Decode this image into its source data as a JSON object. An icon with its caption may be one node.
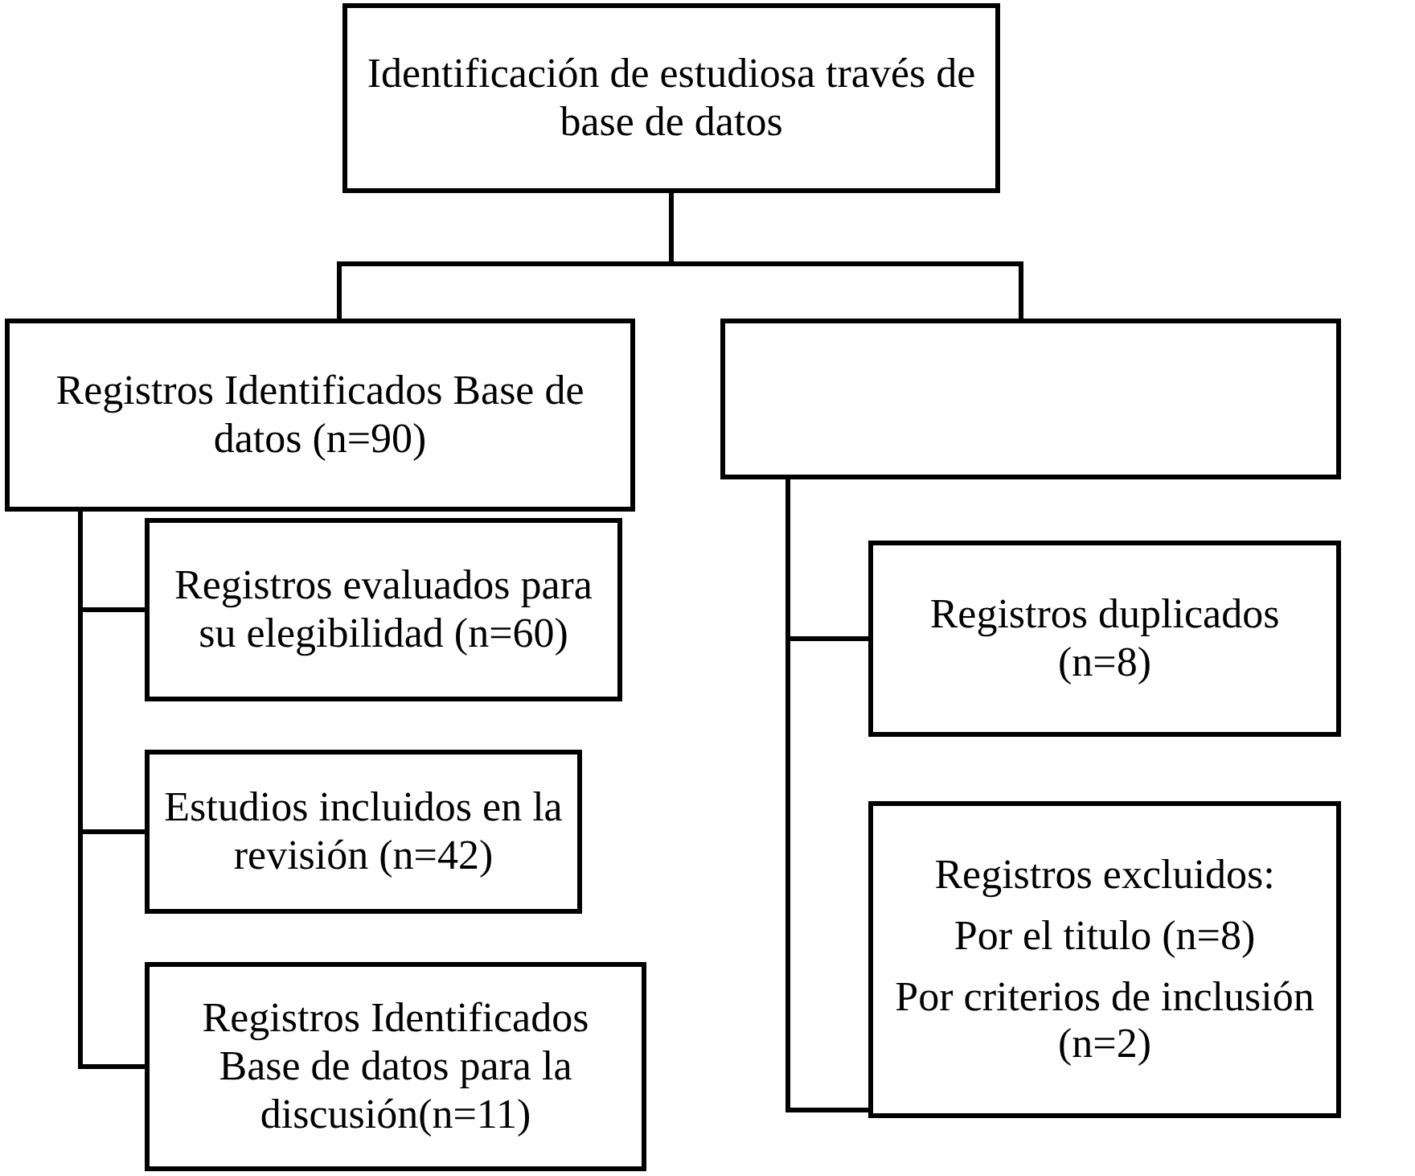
{
  "diagram": {
    "nodes": [
      {
        "text": [
          "Identificación de estudiosa través de base de datos"
        ]
      },
      {
        "text": [
          "Registros Identificados Base de datos (n=90)"
        ]
      },
      {
        "text": [],
        "shape": "box"
      },
      {
        "text": [
          "Registros evaluados para su elegibilidad (n=60)"
        ]
      },
      {
        "text": [
          "Estudios incluidos en la revisión (n=42)"
        ]
      },
      {
        "text": [
          "Registros Identificados Base de datos para la discusión(n=11)"
        ]
      },
      {
        "text": [
          "Registros duplicados (n=8)"
        ]
      },
      {
        "text": [
          "Registros excluidos:",
          "Por el titulo (n=8)",
          "Por criterios de inclusión (n=2)"
        ]
      }
    ],
    "edges": [
      {
        "from": 0,
        "to": 1,
        "arrow": "none"
      },
      {
        "from": 0,
        "to": 2,
        "arrow": "none"
      },
      {
        "from": 1,
        "to": 3,
        "arrow": "none"
      },
      {
        "from": 1,
        "to": 4,
        "arrow": "none"
      },
      {
        "from": 1,
        "to": 5,
        "arrow": "none"
      },
      {
        "from": 2,
        "to": 6,
        "arrow": "none"
      },
      {
        "from": 2,
        "to": 7,
        "arrow": "none"
      }
    ]
  }
}
